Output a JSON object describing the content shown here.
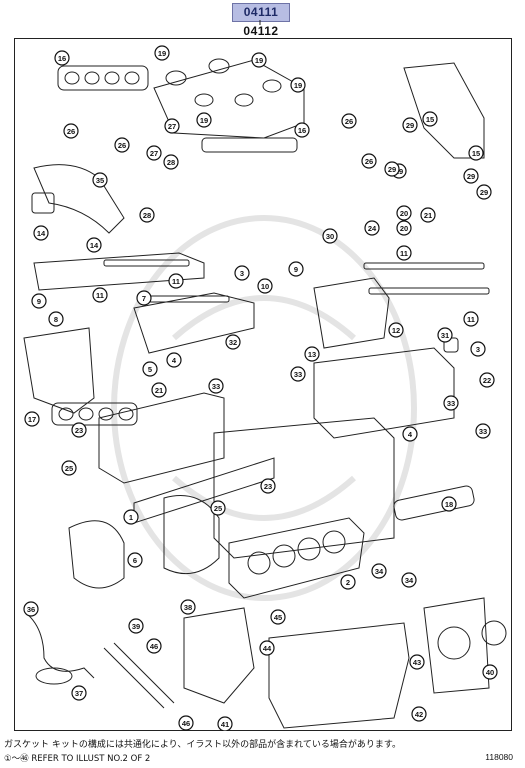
{
  "header": {
    "part_number": "04111",
    "sub_number": "04112"
  },
  "callouts": [
    {
      "label": "16"
    },
    {
      "label": "19"
    },
    {
      "label": "19"
    },
    {
      "label": "19"
    },
    {
      "label": "19"
    },
    {
      "label": "26"
    },
    {
      "label": "26"
    },
    {
      "label": "27"
    },
    {
      "label": "27"
    },
    {
      "label": "28"
    },
    {
      "label": "35"
    },
    {
      "label": "28"
    },
    {
      "label": "16"
    },
    {
      "label": "15"
    },
    {
      "label": "26"
    },
    {
      "label": "29"
    },
    {
      "label": "29"
    },
    {
      "label": "26"
    },
    {
      "label": "15"
    },
    {
      "label": "29"
    },
    {
      "label": "29"
    },
    {
      "label": "29"
    },
    {
      "label": "20"
    },
    {
      "label": "20"
    },
    {
      "label": "21"
    },
    {
      "label": "14"
    },
    {
      "label": "14"
    },
    {
      "label": "30"
    },
    {
      "label": "24"
    },
    {
      "label": "3"
    },
    {
      "label": "11"
    },
    {
      "label": "11"
    },
    {
      "label": "9"
    },
    {
      "label": "11"
    },
    {
      "label": "11"
    },
    {
      "label": "7"
    },
    {
      "label": "9"
    },
    {
      "label": "8"
    },
    {
      "label": "10"
    },
    {
      "label": "12"
    },
    {
      "label": "31"
    },
    {
      "label": "32"
    },
    {
      "label": "13"
    },
    {
      "label": "3"
    },
    {
      "label": "4"
    },
    {
      "label": "5"
    },
    {
      "label": "22"
    },
    {
      "label": "21"
    },
    {
      "label": "33"
    },
    {
      "label": "33"
    },
    {
      "label": "33"
    },
    {
      "label": "17"
    },
    {
      "label": "23"
    },
    {
      "label": "4"
    },
    {
      "label": "33"
    },
    {
      "label": "25"
    },
    {
      "label": "23"
    },
    {
      "label": "18"
    },
    {
      "label": "1"
    },
    {
      "label": "25"
    },
    {
      "label": "6"
    },
    {
      "label": "2"
    },
    {
      "label": "34"
    },
    {
      "label": "34"
    },
    {
      "label": "36"
    },
    {
      "label": "38"
    },
    {
      "label": "45"
    },
    {
      "label": "39"
    },
    {
      "label": "46"
    },
    {
      "label": "44"
    },
    {
      "label": "43"
    },
    {
      "label": "40"
    },
    {
      "label": "37"
    },
    {
      "label": "46"
    },
    {
      "label": "41"
    },
    {
      "label": "42"
    }
  ],
  "footer": {
    "note_jp": "ガスケット キットの構成には共通化により、イラスト以外の部品が含まれている場合があります。",
    "note_ref": "①～㊻ REFER TO ILLUST NO.2 OF 2",
    "doc_number": "118080"
  }
}
